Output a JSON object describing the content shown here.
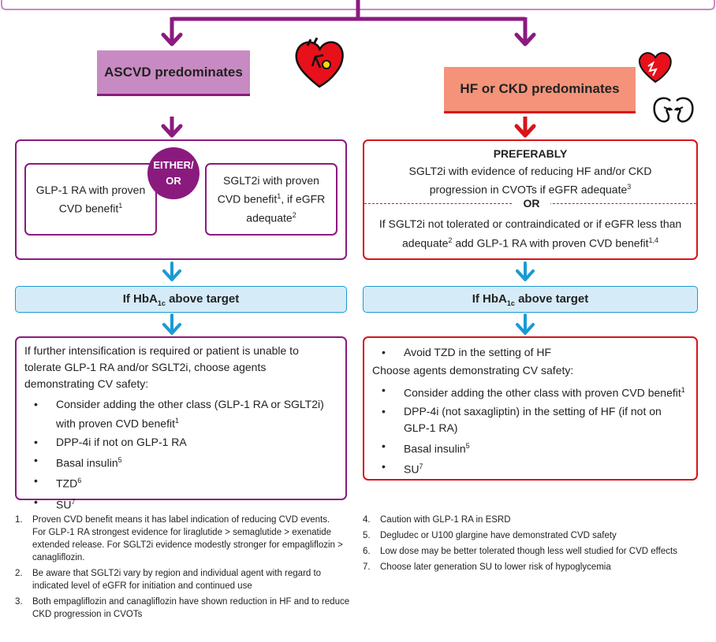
{
  "colors": {
    "purple": "#8b1a7f",
    "purple_fill": "#c88ac2",
    "red": "#d7141a",
    "salmon_fill": "#f4937a",
    "blue": "#1a9ad6",
    "blue_fill": "#d5ecf8"
  },
  "left": {
    "header": "ASCVD predominates",
    "heart_icon": "heart-icon",
    "either_badge_1": "EITHER/",
    "either_badge_2": "OR",
    "option_a": "GLP-1 RA with proven CVD benefit",
    "option_a_sup": "1",
    "option_b_1": "SGLT2i with proven CVD benefit",
    "option_b_sup1": "1",
    "option_b_2": ", if eGFR adequate",
    "option_b_sup2": "2",
    "hba1c_prefix": "If HbA",
    "hba1c_sub": "1c",
    "hba1c_suffix": " above target",
    "intro": "If further intensification is required or patient is unable to tolerate GLP-1 RA and/or SGLT2i, choose agents demonstrating CV safety:",
    "items": [
      {
        "text": "Consider adding the other class (GLP-1 RA or SGLT2i) with proven CVD benefit",
        "sup": "1"
      },
      {
        "text": "DPP-4i if not on GLP-1 RA",
        "sup": ""
      },
      {
        "text": "Basal insulin",
        "sup": "5"
      },
      {
        "text": "TZD",
        "sup": "6"
      },
      {
        "text": "SU",
        "sup": "7"
      }
    ]
  },
  "right": {
    "header": "HF or CKD predominates",
    "heart_icon": "heart-icon",
    "kidney_icon": "kidney-icon",
    "preferably": "PREFERABLY",
    "pref_text": "SGLT2i with evidence of reducing HF and/or CKD progression in CVOTs if eGFR adequate",
    "pref_sup": "3",
    "or_label": "OR",
    "alt_1": "If SGLT2i not tolerated or contraindicated or if eGFR less than adequate",
    "alt_sup1": "2",
    "alt_2": " add GLP-1 RA with proven CVD benefit",
    "alt_sup2": "1,4",
    "hba1c_prefix": "If HbA",
    "hba1c_sub": "1c",
    "hba1c_suffix": " above target",
    "avoid": "Avoid TZD in the setting of HF",
    "choose": "Choose agents demonstrating CV safety:",
    "items": [
      {
        "text": "Consider adding the other class with proven CVD benefit",
        "sup": "1"
      },
      {
        "text": "DPP-4i (not saxagliptin) in the setting of HF (if not on GLP-1 RA)",
        "sup": ""
      },
      {
        "text": "Basal insulin",
        "sup": "5"
      },
      {
        "text": "SU",
        "sup": "7"
      }
    ]
  },
  "footnotes_left": [
    {
      "n": "1.",
      "lines": [
        "Proven CVD benefit means it has label indication of reducing CVD events.",
        "For GLP-1 RA strongest evidence for liraglutide > semaglutide > exenatide",
        "extended release.  For SGLT2i evidence modestly stronger for empagliflozin >",
        "canagliflozin."
      ]
    },
    {
      "n": "2.",
      "lines": [
        "Be aware that SGLT2i vary by region and individual agent with regard to",
        "indicated level of eGFR for initiation and continued use"
      ]
    },
    {
      "n": "3.",
      "lines": [
        "Both empagliflozin and canagliflozin have shown reduction in HF and to reduce",
        "CKD progression in CVOTs"
      ]
    }
  ],
  "footnotes_right": [
    {
      "n": "4.",
      "lines": [
        "Caution with GLP-1 RA in ESRD"
      ]
    },
    {
      "n": "5.",
      "lines": [
        "Degludec or U100 glargine have demonstrated CVD safety"
      ]
    },
    {
      "n": "6.",
      "lines": [
        "Low dose may be better tolerated though less well studied for CVD effects"
      ]
    },
    {
      "n": "7.",
      "lines": [
        "Choose later generation SU to lower risk of hypoglycemia"
      ]
    }
  ]
}
